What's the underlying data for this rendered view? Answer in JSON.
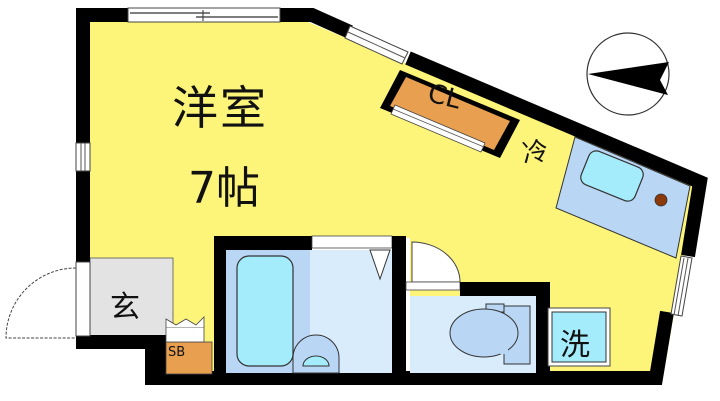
{
  "floor_plan": {
    "rooms": {
      "western_room": {
        "name": "洋室",
        "size": "7帖"
      },
      "closet": {
        "label": "CL"
      },
      "refrigerator_space": {
        "label": "冷"
      },
      "entrance": {
        "label": "玄"
      },
      "shoe_box": {
        "label": "SB"
      },
      "washer_space": {
        "label": "洗"
      }
    },
    "colors": {
      "room": "#fdf57a",
      "closet": "#e8a050",
      "entrance": "#e3e3e3",
      "bath": "#b9d7f5",
      "bath_light": "#d9ecfc",
      "fixture": "#a4ecfb",
      "wall": "#000000",
      "stove": "#8a3a0a"
    },
    "compass": {
      "direction": "west-pointing arrow"
    }
  }
}
